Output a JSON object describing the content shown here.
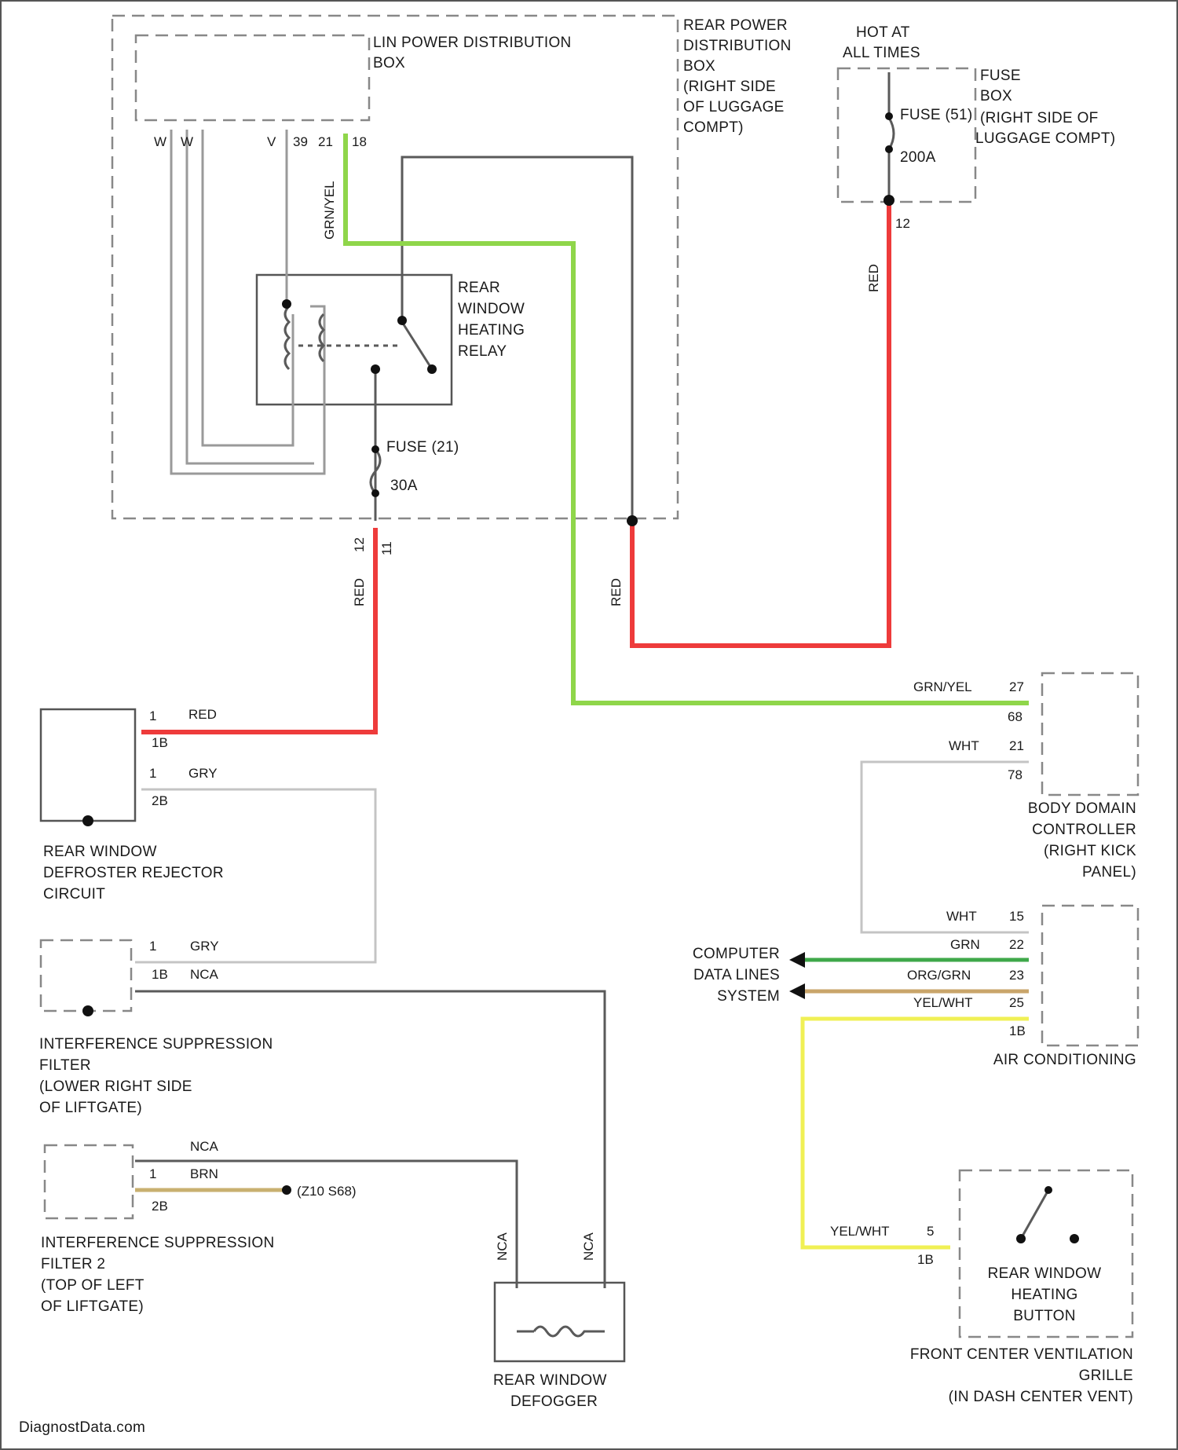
{
  "frame_border": "#555555",
  "wire_colors": {
    "red": "#ee3b3b",
    "grn_yel": "#8fd64a",
    "grn": "#3fa84a",
    "org_grn": "#c9a56a",
    "yel_wht": "#f0f055",
    "nca": "#333333",
    "gry": "#9a9a9a",
    "wht": "#c4c4c4"
  },
  "components": {
    "lin_box": {
      "label_line1": "LIN POWER DISTRIBUTION",
      "label_line2": "BOX"
    },
    "rear_pdb": {
      "label_lines": [
        "REAR POWER",
        "DISTRIBUTION",
        "BOX",
        "(RIGHT SIDE",
        "OF LUGGAGE",
        "COMPT)"
      ],
      "pins": [
        "W",
        "W",
        "V",
        "39",
        "21",
        "18"
      ]
    },
    "hot_at_all_times": {
      "line1": "HOT AT",
      "line2": "ALL TIMES"
    },
    "fuse_box": {
      "label_lines": [
        "FUSE",
        "BOX",
        "(RIGHT SIDE OF",
        "LUGGAGE COMPT)"
      ],
      "pin": "12"
    },
    "fuse_f1": {
      "name": "FUSE (51)",
      "rating": "200A"
    },
    "relay": {
      "label_lines": [
        "REAR",
        "WINDOW",
        "HEATING",
        "RELAY"
      ]
    },
    "fuse_f2": {
      "name": "FUSE (21)",
      "rating": "30A"
    },
    "rpd_bottom_pins": [
      "12",
      "11"
    ],
    "rejector": {
      "label_lines": [
        "REAR WINDOW",
        "DEFROSTER REJECTOR",
        "CIRCUIT"
      ],
      "pins": [
        "1",
        "1B",
        "1",
        "2B"
      ]
    },
    "filter1": {
      "label_lines": [
        "INTERFERENCE SUPPRESSION",
        "FILTER",
        "(LOWER RIGHT SIDE",
        "OF LIFTGATE)"
      ],
      "pins": [
        "1",
        "1B"
      ]
    },
    "filter2": {
      "label_lines": [
        "INTERFERENCE SUPPRESSION",
        "FILTER 2",
        "(TOP OF LEFT",
        "OF LIFTGATE)"
      ],
      "pins": [
        "1",
        "2B"
      ],
      "ground_ref": "(Z10 S68)"
    },
    "defogger": {
      "label_lines": [
        "REAR WINDOW",
        "DEFOGGER"
      ]
    },
    "bdc": {
      "label_lines": [
        "BODY DOMAIN",
        "CONTROLLER",
        "(RIGHT KICK",
        "PANEL)"
      ],
      "pins": [
        "27",
        "68",
        "21",
        "78"
      ]
    },
    "ac": {
      "label": "AIR CONDITIONING",
      "pins": [
        "15",
        "22",
        "23",
        "25",
        "1B"
      ]
    },
    "data_lines": {
      "label_lines": [
        "COMPUTER",
        "DATA LINES",
        "SYSTEM"
      ]
    },
    "heating_button": {
      "label_lines": [
        "REAR WINDOW",
        "HEATING",
        "BUTTON"
      ],
      "pins": [
        "5",
        "1B"
      ]
    },
    "vent_grille": {
      "label_lines": [
        "FRONT CENTER VENTILATION",
        "GRILLE",
        "(IN DASH CENTER VENT)"
      ]
    }
  },
  "wire_labels": {
    "grn_yel_vertical": "GRN/YEL",
    "red_fuse_down": "RED",
    "red_rpd_down": "RED",
    "red_f2_down": "RED",
    "red_rejector": "RED",
    "gry_rejector": "GRY",
    "gry_filter1": "GRY",
    "nca_filter1": "NCA",
    "nca_filter2": "NCA",
    "brn_filter2": "BRN",
    "nca_defogger_left": "NCA",
    "nca_defogger_right": "NCA",
    "grn_yel_bdc": "GRN/YEL",
    "wht_bdc": "WHT",
    "wht_ac": "WHT",
    "grn_ac": "GRN",
    "org_grn_ac": "ORG/GRN",
    "yel_wht_ac": "YEL/WHT",
    "yel_wht_button": "YEL/WHT"
  },
  "watermark": "DiagnostData.com"
}
